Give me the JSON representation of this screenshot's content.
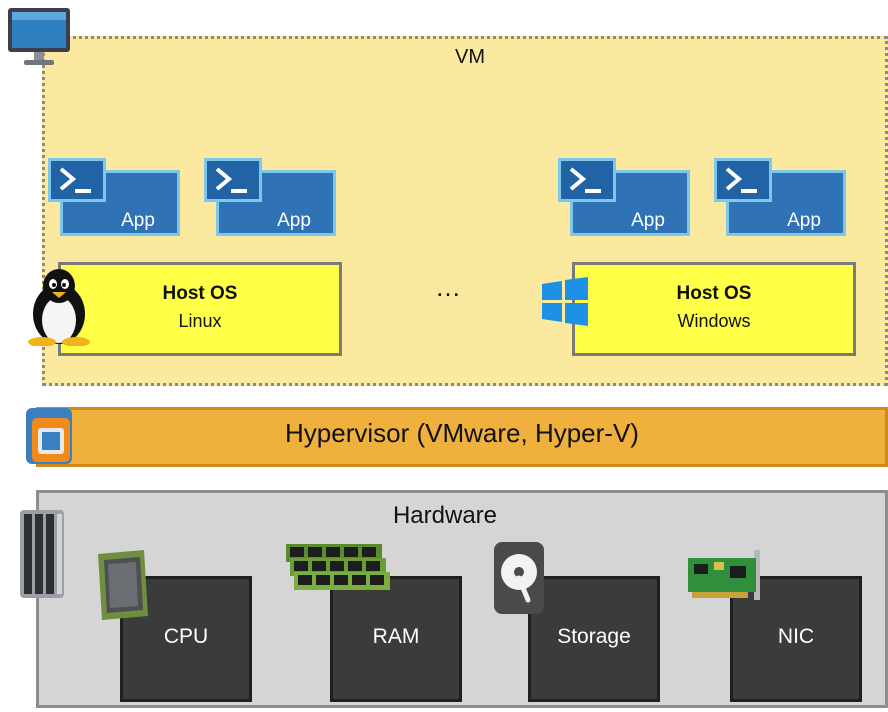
{
  "vm": {
    "label": "VM",
    "dots": "…"
  },
  "apps": [
    {
      "label": "App"
    },
    {
      "label": "App"
    },
    {
      "label": "App"
    },
    {
      "label": "App"
    }
  ],
  "host_os": [
    {
      "title": "Host OS",
      "subtitle": "Linux",
      "icon": "linux-penguin-icon"
    },
    {
      "title": "Host OS",
      "subtitle": "Windows",
      "icon": "windows-logo-icon"
    }
  ],
  "hypervisor": {
    "label": "Hypervisor (VMware, Hyper-V)",
    "icon": "vmware-logo-icon"
  },
  "hardware": {
    "label": "Hardware",
    "icon": "server-rack-icon",
    "components": [
      {
        "label": "CPU",
        "icon": "cpu-chip-icon"
      },
      {
        "label": "RAM",
        "icon": "ram-module-icon"
      },
      {
        "label": "Storage",
        "icon": "hard-drive-icon"
      },
      {
        "label": "NIC",
        "icon": "network-card-icon"
      }
    ]
  },
  "colors": {
    "vm_bg": "#fbe9a0",
    "app_blue": "#2f72b6",
    "host_os_yellow": "#ffff47",
    "hypervisor_orange": "#efb03d",
    "hardware_gray": "#d5d5d5",
    "chip_dark": "#3b3b3b"
  }
}
